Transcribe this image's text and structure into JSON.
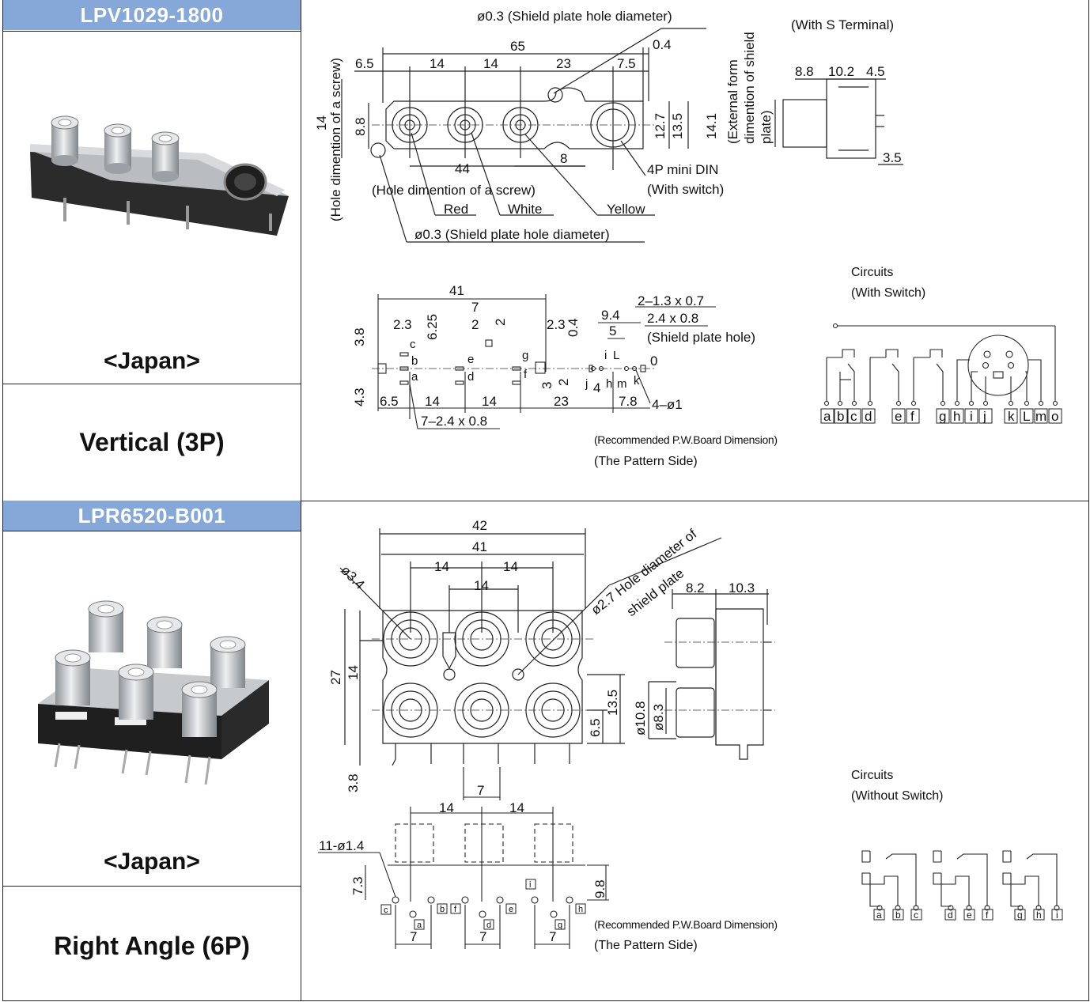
{
  "products": [
    {
      "model": "LPV1029-1800",
      "region": "<Japan>",
      "mount": "Vertical (3P)",
      "dims": {
        "d1": "ø0.3 (Shield plate hole diameter)",
        "d2": "65",
        "d3": "0.4",
        "d4": "6.5",
        "d5": "14",
        "d6": "14",
        "d7": "23",
        "d8": "7.5",
        "d9": "8.8",
        "d10": "14",
        "d11": "(Hole dimention of a screw)",
        "d12": "12.7",
        "d13": "13.5",
        "d14": "14.1",
        "d15": "44",
        "d16": "8",
        "d17": "(Hole dimention of a screw)",
        "d18": "Red",
        "d19": "White",
        "d20": "Yellow",
        "d21": "4P mini DIN",
        "d22": "(With switch)",
        "d23": "ø0.3 (Shield plate hole diameter)",
        "d24": "(With S Terminal)",
        "d25": "8.8",
        "d26": "10.2",
        "d27": "4.5",
        "d28": "(External form",
        "d29": "dimention of shield",
        "d30": "plate)",
        "d31": "3.5"
      },
      "pwb": {
        "p1": "41",
        "p2": "7",
        "p3": "2.3",
        "p4": "6.25",
        "p5": "2",
        "p6": "2",
        "p7": "2.3",
        "p8": "0.4",
        "p9": "9.4",
        "p10": "5",
        "p11": "2–1.3 x 0.7",
        "p12": "2.4 x 0.8",
        "p13": "(Shield plate hole)",
        "p14": "0",
        "p15": "3.8",
        "p16": "4.3",
        "p17": "6.5",
        "p18": "14",
        "p19": "14",
        "p20": "23",
        "p21": "7.8",
        "p22": "4–ø1",
        "p23": "7–2.4 x 0.8",
        "p24": "3",
        "p25": "2",
        "p26": "4",
        "p27": "(Recommended P.W.Board Dimension)",
        "p28": "(The Pattern Side)",
        "pins": [
          "c",
          "b",
          "a",
          "e",
          "d",
          "g",
          "f",
          "i",
          "L",
          "j",
          "h",
          "m",
          "k"
        ]
      },
      "circuit": {
        "title1": "Circuits",
        "title2": "(With Switch)",
        "pins": [
          "a",
          "b",
          "c",
          "d",
          "e",
          "f",
          "g",
          "h",
          "i",
          "j",
          "k",
          "L",
          "m",
          "o"
        ]
      }
    },
    {
      "model": "LPR6520-B001",
      "region": "<Japan>",
      "mount": "Right Angle (6P)",
      "dims": {
        "r1": "42",
        "r2": "41",
        "r3": "14",
        "r4": "14",
        "r5": "14",
        "r6": "ø3.4",
        "r7": "ø2.7 Hole diameter of",
        "r8": "shield plate",
        "r9": "8.2",
        "r10": "10.3",
        "r11": "27",
        "r12": "14",
        "r13": "13.5",
        "r14": "6.5",
        "r15": "ø10.8",
        "r16": "ø8.3",
        "r17": "3.8"
      },
      "pwb": {
        "q1": "7",
        "q2": "14",
        "q3": "14",
        "q4": "11-ø1.4",
        "q5": "7.3",
        "q6": "9.8",
        "q7": "7",
        "q8": "7",
        "q9": "7",
        "q10": "(Recommended P.W.Board Dimension)",
        "q11": "(The Pattern Side)",
        "pins": [
          "c",
          "a",
          "b",
          "f",
          "d",
          "e",
          "i",
          "g",
          "h"
        ]
      },
      "circuit": {
        "title1": "Circuits",
        "title2": "(Without Switch)",
        "pins": [
          "a",
          "b",
          "c",
          "d",
          "e",
          "f",
          "g",
          "h",
          "i"
        ]
      }
    }
  ],
  "colors": {
    "header_bg": "#85a8d8",
    "header_text": "#ffffff",
    "line": "#222222",
    "body_dark": "#2a2a2a",
    "metal": "#c9ccd0"
  }
}
